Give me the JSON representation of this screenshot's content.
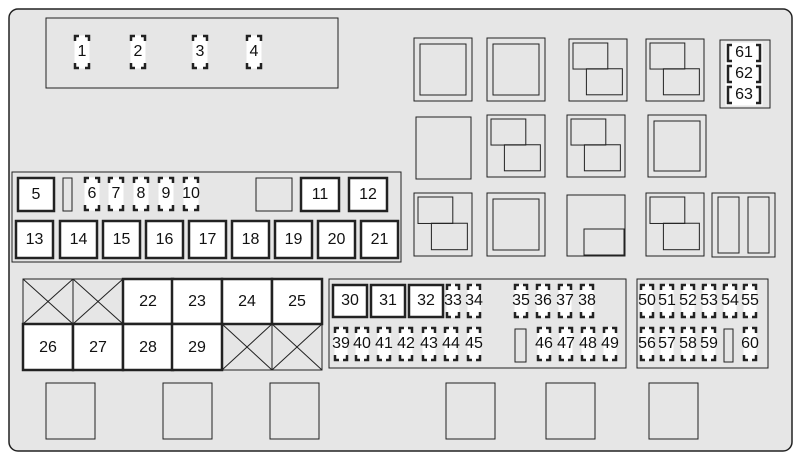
{
  "fuses": [
    {
      "id": "1",
      "kind": "mini"
    },
    {
      "id": "2",
      "kind": "mini"
    },
    {
      "id": "3",
      "kind": "mini"
    },
    {
      "id": "4",
      "kind": "mini"
    },
    {
      "id": "5",
      "kind": "box"
    },
    {
      "id": "6",
      "kind": "mini"
    },
    {
      "id": "7",
      "kind": "mini"
    },
    {
      "id": "8",
      "kind": "mini"
    },
    {
      "id": "9",
      "kind": "mini"
    },
    {
      "id": "10",
      "kind": "mini"
    },
    {
      "id": "11",
      "kind": "box"
    },
    {
      "id": "12",
      "kind": "box"
    },
    {
      "id": "13",
      "kind": "box"
    },
    {
      "id": "14",
      "kind": "box"
    },
    {
      "id": "15",
      "kind": "box"
    },
    {
      "id": "16",
      "kind": "box"
    },
    {
      "id": "17",
      "kind": "box"
    },
    {
      "id": "18",
      "kind": "box"
    },
    {
      "id": "19",
      "kind": "box"
    },
    {
      "id": "20",
      "kind": "box"
    },
    {
      "id": "21",
      "kind": "box"
    },
    {
      "id": "22",
      "kind": "cell"
    },
    {
      "id": "23",
      "kind": "cell"
    },
    {
      "id": "24",
      "kind": "cell"
    },
    {
      "id": "25",
      "kind": "cell"
    },
    {
      "id": "26",
      "kind": "cell"
    },
    {
      "id": "27",
      "kind": "cell"
    },
    {
      "id": "28",
      "kind": "cell"
    },
    {
      "id": "29",
      "kind": "cell"
    },
    {
      "id": "30",
      "kind": "box"
    },
    {
      "id": "31",
      "kind": "box"
    },
    {
      "id": "32",
      "kind": "box"
    },
    {
      "id": "33",
      "kind": "mini"
    },
    {
      "id": "34",
      "kind": "mini"
    },
    {
      "id": "35",
      "kind": "mini"
    },
    {
      "id": "36",
      "kind": "mini"
    },
    {
      "id": "37",
      "kind": "mini"
    },
    {
      "id": "38",
      "kind": "mini"
    },
    {
      "id": "39",
      "kind": "mini"
    },
    {
      "id": "40",
      "kind": "mini"
    },
    {
      "id": "41",
      "kind": "mini"
    },
    {
      "id": "42",
      "kind": "mini"
    },
    {
      "id": "43",
      "kind": "mini"
    },
    {
      "id": "44",
      "kind": "mini"
    },
    {
      "id": "45",
      "kind": "mini"
    },
    {
      "id": "46",
      "kind": "mini"
    },
    {
      "id": "47",
      "kind": "mini"
    },
    {
      "id": "48",
      "kind": "mini"
    },
    {
      "id": "49",
      "kind": "mini"
    },
    {
      "id": "50",
      "kind": "mini"
    },
    {
      "id": "51",
      "kind": "mini"
    },
    {
      "id": "52",
      "kind": "mini"
    },
    {
      "id": "53",
      "kind": "mini"
    },
    {
      "id": "54",
      "kind": "mini"
    },
    {
      "id": "55",
      "kind": "mini"
    },
    {
      "id": "56",
      "kind": "mini"
    },
    {
      "id": "57",
      "kind": "mini"
    },
    {
      "id": "58",
      "kind": "mini"
    },
    {
      "id": "59",
      "kind": "mini"
    },
    {
      "id": "60",
      "kind": "mini"
    },
    {
      "id": "61",
      "kind": "bracket"
    },
    {
      "id": "62",
      "kind": "bracket"
    },
    {
      "id": "63",
      "kind": "bracket"
    }
  ],
  "colors": {
    "panel": "#e6e6e6",
    "line": "#222222",
    "thin_line": "#555555",
    "slot_fill": "#ffffff",
    "text": "#111111"
  },
  "icons": [
    "fuse-slot-icon",
    "relay-icon",
    "empty-slot-icon",
    "spare-slot-icon"
  ]
}
